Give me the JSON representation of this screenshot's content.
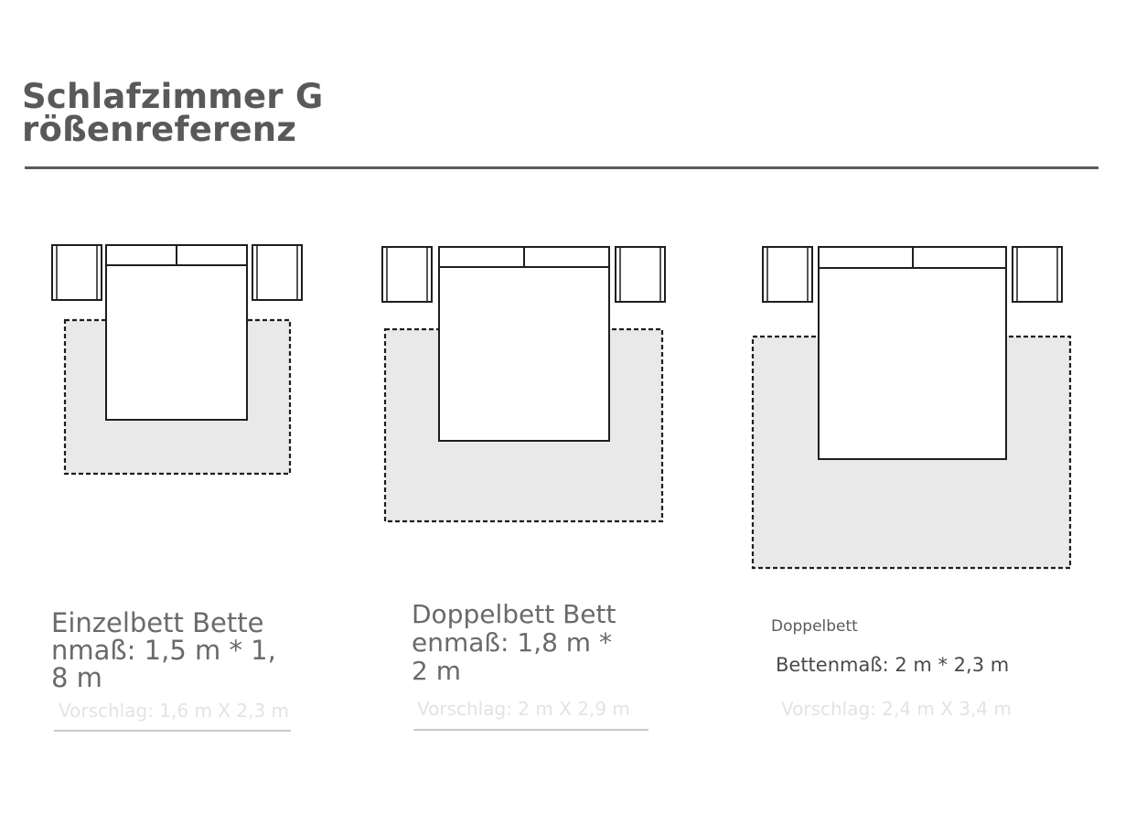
{
  "title": {
    "line1": "Schlafzimmer G",
    "line2": "rößenreferenz"
  },
  "colors": {
    "title": "#595959",
    "rule": "#595959",
    "rug_fill": "#e9e9e9",
    "outline": "#1e1e1e",
    "caption": "#6a6a6a",
    "suggestion": "#e3e3e3"
  },
  "icons": [
    "nightstand-icon",
    "pillow-icon",
    "bed-icon",
    "rug-icon"
  ],
  "panels": [
    {
      "caption_lines": [
        "Einzelbett Bette",
        "nmaß: 1,5 m * 1,",
        "8 m"
      ],
      "suggestion": "Vorschlag: 1,6 m X 2,3 m"
    },
    {
      "caption_lines": [
        "Doppelbett Bett",
        "enmaß: 1,8 m *",
        "2 m"
      ],
      "suggestion": "Vorschlag: 2 m X 2,9 m"
    },
    {
      "caption_lines": [
        "Doppelbett",
        "Bettenmaß: 2 m * 2,3 m"
      ],
      "suggestion": "Vorschlag: 2,4 m X 3,4 m"
    }
  ]
}
